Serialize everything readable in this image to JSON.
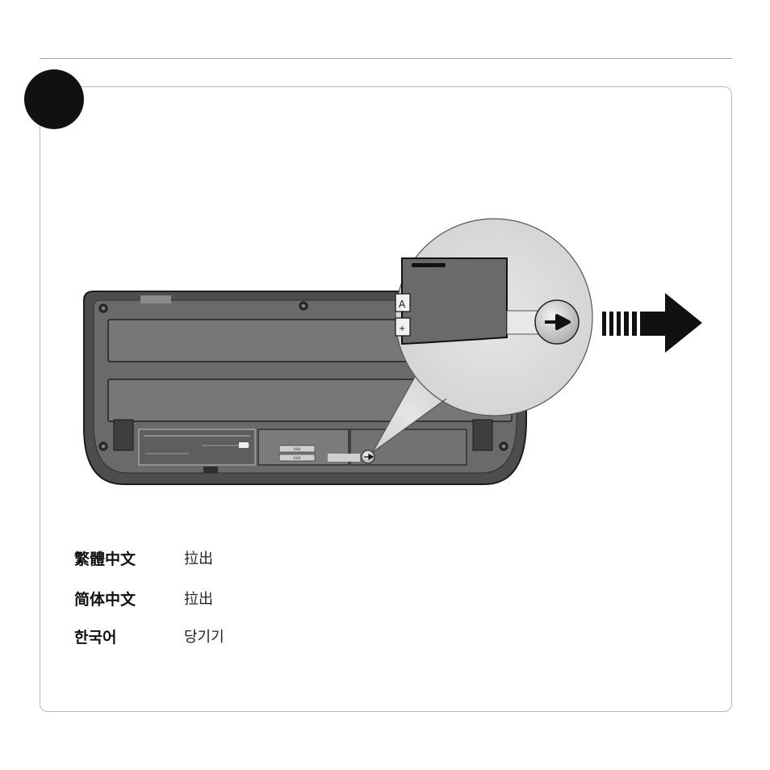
{
  "illustration": {
    "keyboard_labels": [
      "A",
      "+"
    ],
    "battery_labels": [
      "AAA",
      "AAA"
    ]
  },
  "translations": [
    {
      "language": "繁體中文",
      "text": "拉出"
    },
    {
      "language": "简体中文",
      "text": "拉出"
    },
    {
      "language": "한국어",
      "text": "당기기"
    }
  ]
}
